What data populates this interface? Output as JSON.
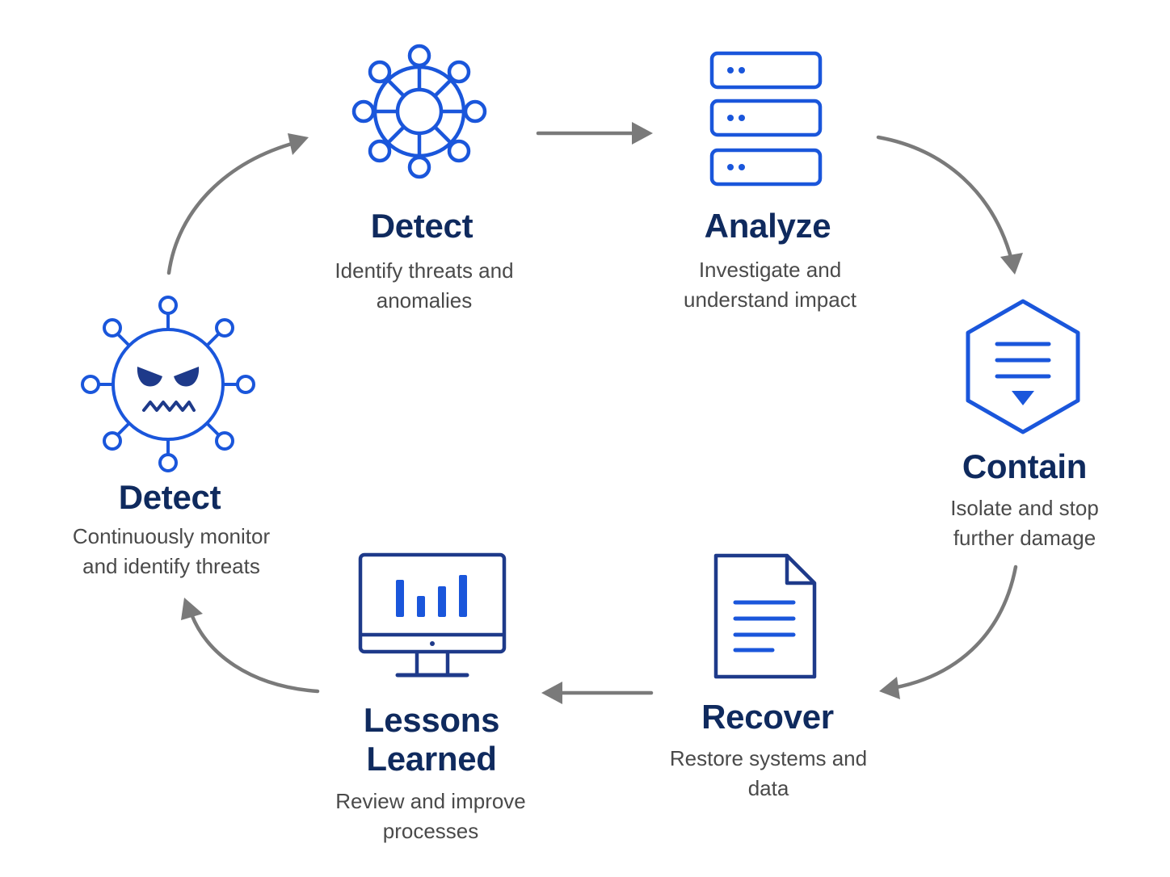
{
  "colors": {
    "icon_blue": "#1a56db",
    "icon_navy": "#1e3a8a",
    "title_navy": "#0f2a5e",
    "text_gray": "#4a4a4a",
    "arrow_gray": "#7a7a7a"
  },
  "stages": {
    "monitor": {
      "icon": "virus-icon",
      "title": "Detect",
      "desc_line1": "Continuously monitor",
      "desc_line2": "and identify threats"
    },
    "detect": {
      "icon": "network-gear-icon",
      "title": "Detect",
      "desc_line1": "Identify threats and",
      "desc_line2": "anomalies"
    },
    "analyze": {
      "icon": "server-stack-icon",
      "title": "Analyze",
      "desc_line1": "Investigate and",
      "desc_line2": "understand impact"
    },
    "contain": {
      "icon": "hexagon-shield-icon",
      "title": "Contain",
      "desc_line1": "Isolate and stop",
      "desc_line2": "further damage"
    },
    "recover": {
      "icon": "document-icon",
      "title": "Recover",
      "desc_line1": "Restore systems and",
      "desc_line2": "data"
    },
    "lessons": {
      "icon": "monitor-chart-icon",
      "title_line1": "Lessons",
      "title_line2": "Learned",
      "desc_line1": "Review and improve",
      "desc_line2": "processes"
    }
  },
  "flow": [
    {
      "from": "monitor",
      "to": "detect"
    },
    {
      "from": "detect",
      "to": "analyze"
    },
    {
      "from": "analyze",
      "to": "contain"
    },
    {
      "from": "contain",
      "to": "recover"
    },
    {
      "from": "recover",
      "to": "lessons"
    },
    {
      "from": "lessons",
      "to": "monitor"
    }
  ]
}
